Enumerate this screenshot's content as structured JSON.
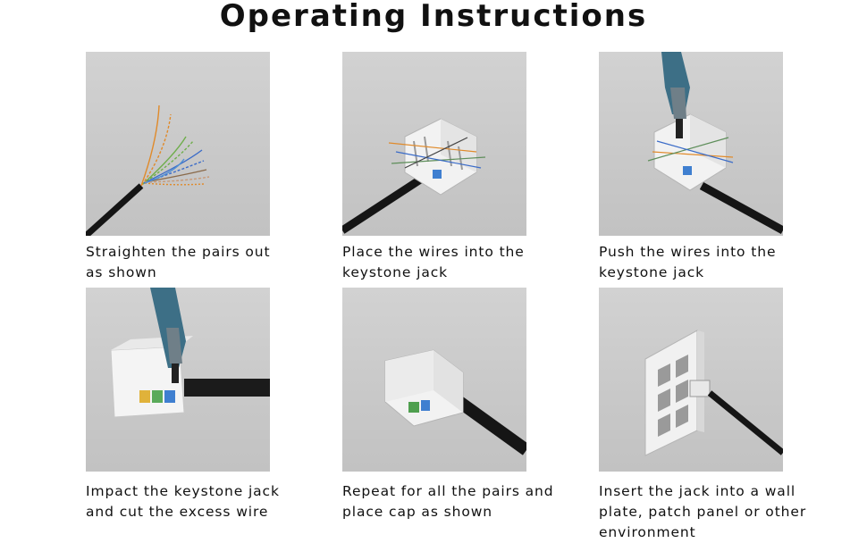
{
  "title": "Operating Instructions",
  "steps": [
    {
      "caption": "Straighten the pairs out\nas shown"
    },
    {
      "caption": "Place the wires into the\nkeystone jack"
    },
    {
      "caption": "Push the wires into the\nkeystone jack"
    },
    {
      "caption": "Impact the keystone jack\nand cut the excess wire"
    },
    {
      "caption": "Repeat for all the pairs and\nplace cap as shown"
    },
    {
      "caption": "Insert the jack into a wall\nplate, patch panel or other\nenvironment"
    }
  ],
  "colors": {
    "photo_background": "#c8c8c8",
    "cable": "#1a1a1a",
    "jack": "#f2f2f2",
    "tool": "#3d6f86"
  }
}
